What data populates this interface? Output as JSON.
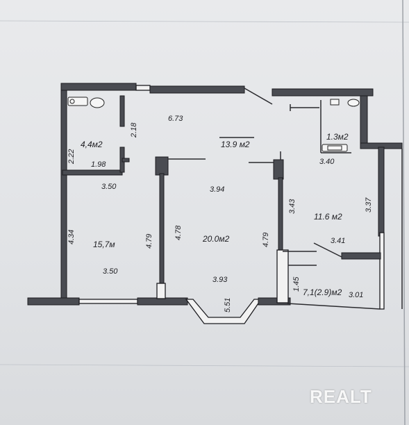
{
  "plan": {
    "dimensions": {
      "d_673": "6.73",
      "d_218": "2.18",
      "d_222": "2.22",
      "d_198": "1.98",
      "d_350_top": "3.50",
      "d_350_bottom": "3.50",
      "d_434": "4.34",
      "d_479_left": "4.79",
      "d_478": "4.78",
      "d_394": "3.94",
      "d_393": "3.93",
      "d_551": "5.51",
      "d_479_right": "4.79",
      "d_343": "3.43",
      "d_340": "3.40",
      "d_337": "3.37",
      "d_341": "3.41",
      "d_145": "1.45",
      "d_301": "3.01"
    },
    "areas": {
      "bathroom": "4,4м2",
      "hall": "13.9 м2",
      "toilet": "1.3м2",
      "bedroom": "15,7м",
      "living": "20.0м2",
      "kitchen": "11.6 м2",
      "loggia": "7,1(2.9)м2"
    }
  },
  "watermark": {
    "brand": "REALT"
  }
}
